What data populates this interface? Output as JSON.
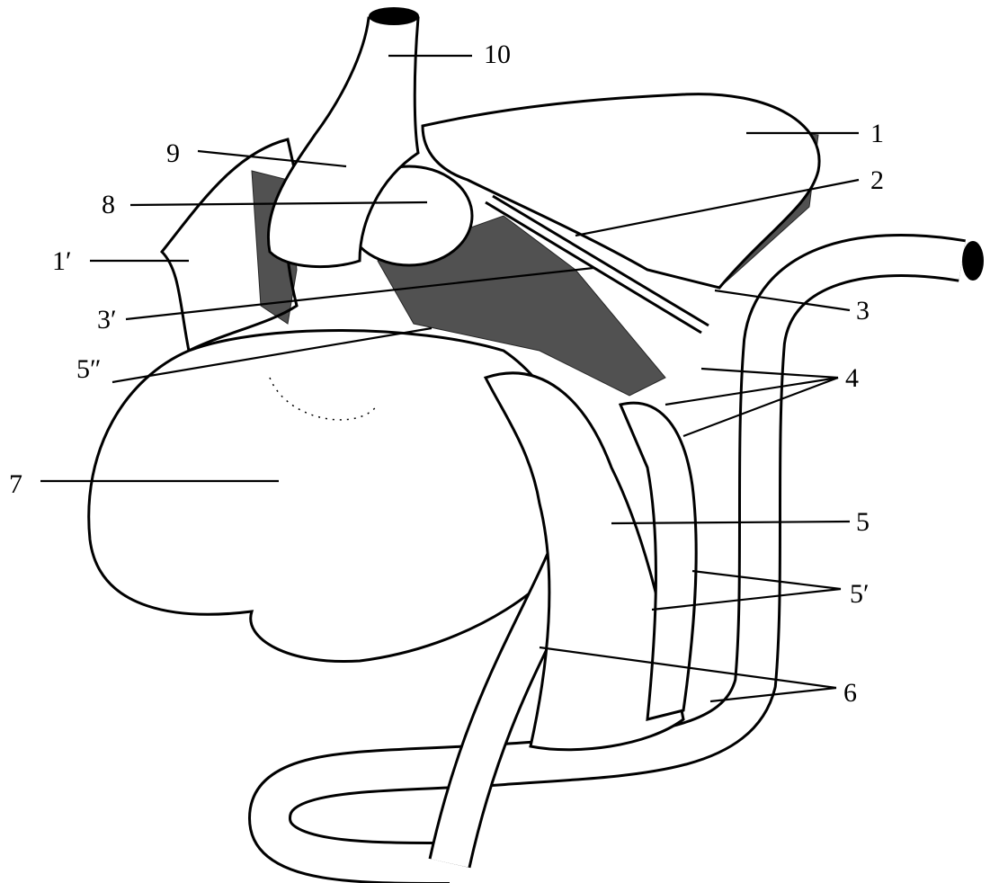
{
  "figure": {
    "labels": {
      "l10": "10",
      "l1": "1",
      "l9": "9",
      "l2": "2",
      "l8": "8",
      "l1p": "1′",
      "l3": "3",
      "l3p": "3′",
      "l5pp": "5″",
      "l4": "4",
      "l7": "7",
      "l5": "5",
      "l5p": "5′",
      "l6": "6"
    }
  }
}
